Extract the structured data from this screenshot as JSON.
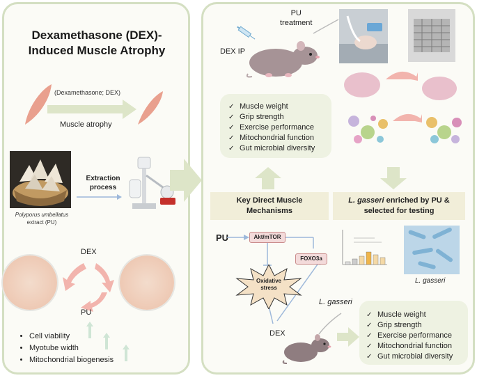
{
  "left_panel": {
    "title_line1": "Dexamethasone (DEX)-",
    "title_line2": "Induced Muscle Atrophy",
    "dex_arrow_label": "(Dexamethasone; DEX)",
    "atrophy_label": "Muscle atrophy",
    "extraction_label_line1": "Extraction",
    "extraction_label_line2": "process",
    "extract_caption_line1": "Polyporus umbellatus",
    "extract_caption_line2": "extract (PU)",
    "cycle_dex": "DEX",
    "cycle_pu": "PU",
    "outcomes": [
      "Cell viability",
      "Myotube width",
      "Mitochondrial biogenesis"
    ]
  },
  "right_panel": {
    "pu_treatment_line1": "PU",
    "pu_treatment_line2": "treatment",
    "dex_ip": "DEX IP",
    "top_outcomes": [
      "Muscle weight",
      "Grip strength",
      "Exercise performance",
      "Mitochondrial function",
      "Gut microbial diversity"
    ],
    "mechanisms_line1": "Key Direct Muscle",
    "mechanisms_line2": "Mechanisms",
    "enriched_species": "L. gasseri",
    "enriched_rest_line1": " enriched by PU &",
    "enriched_line2": "selected for testing",
    "pu": "PU",
    "akt": "Akt/mTOR",
    "foxo": "FOXO3a",
    "ox_line1": "Oxidative",
    "ox_line2": "stress",
    "dex": "DEX",
    "lgasseri_label": "L. gasseri",
    "lgasseri_image_caption": "L. gasseri",
    "bottom_outcomes": [
      "Muscle weight",
      "Grip strength",
      "Exercise performance",
      "Mitochondrial function",
      "Gut microbial diversity"
    ]
  },
  "colors": {
    "panel_border": "#d4dfc2",
    "big_arrow": "#dde5c8",
    "muscle": "#e9a08e",
    "cycle_arrow": "#f2b4ad",
    "pink_tissue": "#e9c0cc"
  }
}
